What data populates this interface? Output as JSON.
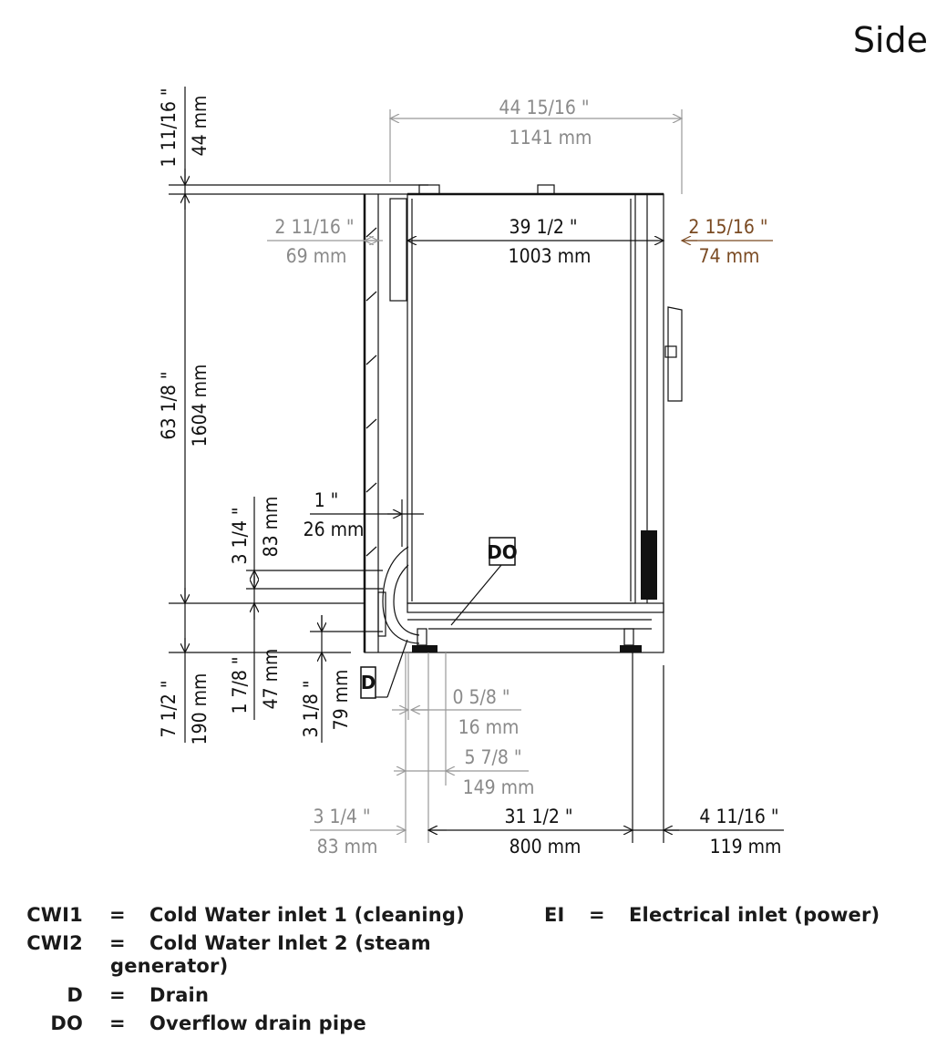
{
  "title": "Side",
  "dimensions": {
    "top_width_in": "44 15/16 \"",
    "top_width_mm": "1141 mm",
    "top_offset_in": "1 11/16 \"",
    "top_offset_mm": "44 mm",
    "height_in": "63 1/8 \"",
    "height_mm": "1604 mm",
    "left_gap_in": "2 11/16 \"",
    "left_gap_mm": "69 mm",
    "inner_width_in": "39 1/2 \"",
    "inner_width_mm": "1003 mm",
    "right_gap_in": "2 15/16 \"",
    "right_gap_mm": "74 mm",
    "wall_in": "1 \"",
    "wall_mm": "26 mm",
    "drain_a_in": "3 1/4 \"",
    "drain_a_mm": "83 mm",
    "foot_height_in": "7 1/2 \"",
    "foot_height_mm": "190 mm",
    "drain_b_in": "1 7/8 \"",
    "drain_b_mm": "47 mm",
    "drain_c_in": "3 1/8 \"",
    "drain_c_mm": "79 mm",
    "drain_x1_in": "0 5/8 \"",
    "drain_x1_mm": "16 mm",
    "drain_x2_in": "5 7/8 \"",
    "drain_x2_mm": "149 mm",
    "left_foot_in": "3 1/4 \"",
    "left_foot_mm": "83 mm",
    "feet_span_in": "31 1/2 \"",
    "feet_span_mm": "800 mm",
    "right_foot_in": "4 11/16 \"",
    "right_foot_mm": "119 mm"
  },
  "labels": {
    "do": "DO",
    "d": "D"
  },
  "colors": {
    "primary": "#111111",
    "secondary": "#8a8a8a",
    "accent": "#7a4a22"
  },
  "legend": [
    {
      "abbr": "CWI1",
      "eq": "=",
      "desc": "Cold Water inlet 1 (cleaning)"
    },
    {
      "abbr": "CWI2",
      "eq": "=",
      "desc": "Cold Water Inlet 2 (steam",
      "desc2": "generator)"
    },
    {
      "abbr": "D",
      "eq": "=",
      "desc": "Drain"
    },
    {
      "abbr": "DO",
      "eq": "=",
      "desc": "Overflow drain pipe"
    },
    {
      "abbr": "EI",
      "eq": "=",
      "desc": "Electrical inlet (power)"
    }
  ]
}
